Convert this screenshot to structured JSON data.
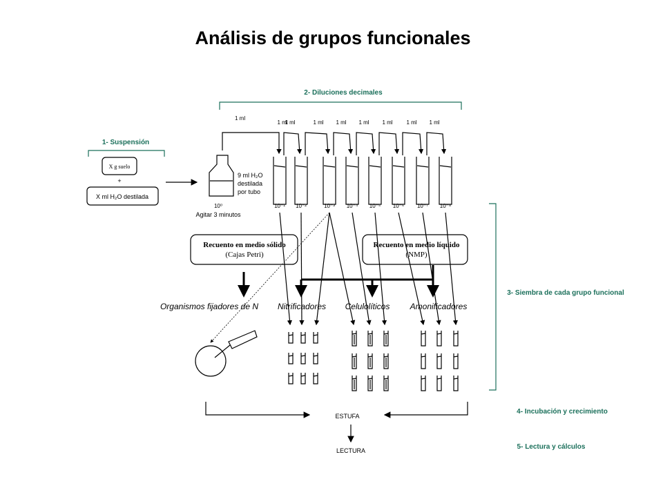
{
  "title": "Análisis de grupos funcionales",
  "steps": {
    "suspension": "1- Suspensión",
    "diluciones": "2- Diluciones decimales",
    "siembra": "3- Siembra de cada grupo funcional",
    "incubacion": "4- Incubación y crecimiento",
    "lectura": "5- Lectura y cálculos"
  },
  "suspension": {
    "soil": "X g suelo",
    "plus": "+",
    "water": "X ml H₂O destilada"
  },
  "flask": {
    "volume": "1 ml",
    "label": "10⁰",
    "shake": "Agitar 3 minutos"
  },
  "tube_note": [
    "9 ml H₂O",
    "destilada",
    "por tubo"
  ],
  "transfer_labels": [
    "1 ml",
    "1 ml",
    "1 ml",
    "1 ml",
    "1 ml",
    "1 ml",
    "1 ml",
    "1 ml"
  ],
  "dilutions": [
    "10⁻¹",
    "10⁻²",
    "10⁻³",
    "10⁻⁴",
    "10⁻⁵",
    "10⁻⁶",
    "10⁻⁷",
    "10⁻⁸"
  ],
  "methods": {
    "solid_title": "Recuento en medio sólido",
    "solid_sub": "(Cajas Petri)",
    "liquid_title": "Recuento en medio líquido",
    "liquid_sub": "(NMP)"
  },
  "organisms": [
    "Organismos fijadores de N",
    "Nitrificadores",
    "Celulolíticos",
    "Amonificadores"
  ],
  "bottom": {
    "estufa": "ESTUFA",
    "lectura": "LECTURA"
  },
  "colors": {
    "accent": "#1a6f5a",
    "line": "#000000"
  }
}
